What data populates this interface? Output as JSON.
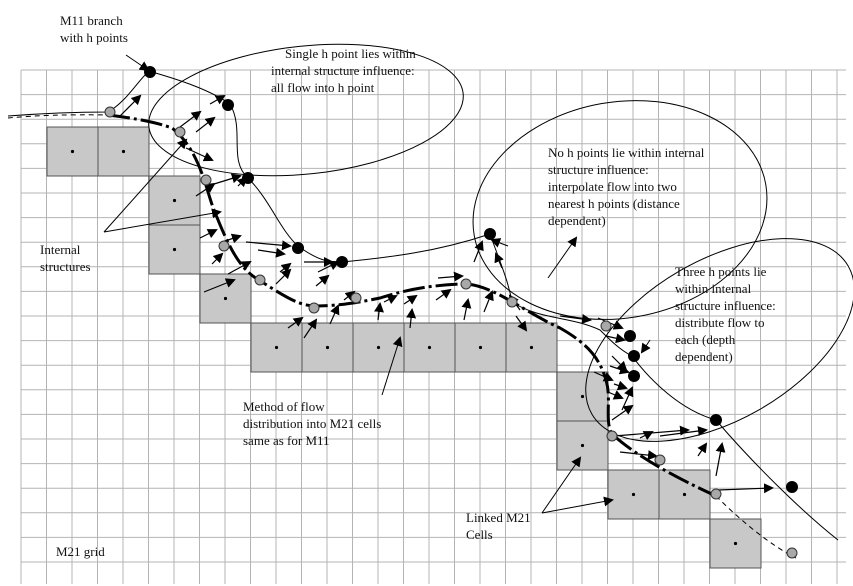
{
  "labels": {
    "m11_branch": [
      "M11 branch",
      "with h points"
    ],
    "single_h": [
      "Single h point lies within",
      "internal structure influence:",
      "all flow into h point"
    ],
    "no_h": [
      "No h points lie within internal",
      "structure influence:",
      "interpolate flow into two",
      "nearest h points (distance",
      "dependent)"
    ],
    "internal": [
      "Internal",
      "structures"
    ],
    "three_h": [
      "Three h points lie",
      "within internal",
      "structure influence:",
      "distribute flow to",
      "each (depth",
      "dependent)"
    ],
    "method": [
      "Method of flow",
      "distribution into M21 cells",
      "same as for M11"
    ],
    "linked": [
      "Linked M21",
      "Cells"
    ],
    "grid": "M21 grid"
  },
  "colors": {
    "cell_fill": "#c8c8c8",
    "grid_line": "#b4b4b4",
    "ink": "#000000",
    "grey_point": "#a8a8a8"
  }
}
